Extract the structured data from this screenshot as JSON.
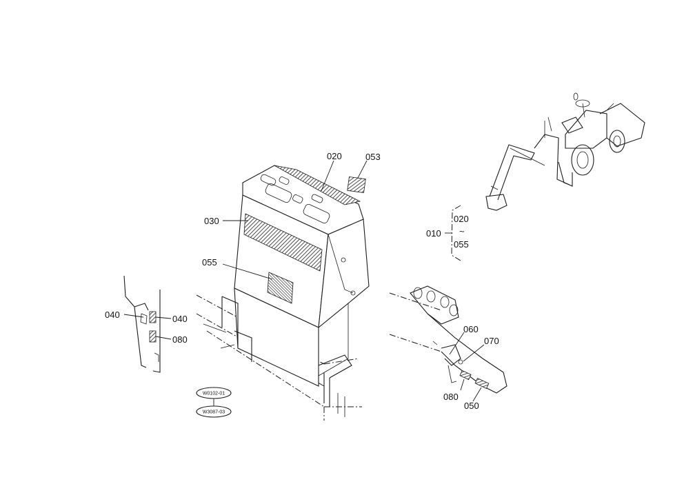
{
  "callouts": {
    "p020": "020",
    "p053": "053",
    "p030": "030",
    "p055": "055",
    "p040_left": "040",
    "p040_right": "040",
    "p080_left": "080",
    "p060": "060",
    "p070": "070",
    "p080_right": "080",
    "p050": "050",
    "p010": "010",
    "range_start": "020",
    "range_tilde": "~",
    "range_end": "055"
  },
  "reference_codes": {
    "upper": "W0102-01",
    "lower": "W3087-03"
  }
}
